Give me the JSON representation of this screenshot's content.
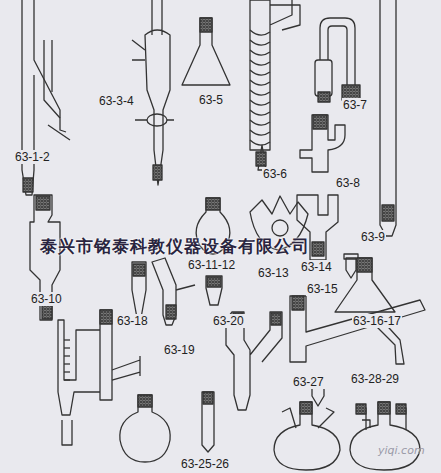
{
  "diagram": {
    "labels": [
      "63-1-2",
      "63-3-4",
      "63-5",
      "63-6",
      "63-7",
      "63-8",
      "63-9",
      "泰兴市铭泰科教仪器设备有限公司",
      "63-10",
      "63-11-12",
      "63-13",
      "63-14",
      "63-15",
      "63-16-17",
      "63-18",
      "63-19",
      "63-20",
      "63-27",
      "63-28-29",
      "63-25-26",
      "yiqi.com"
    ]
  }
}
